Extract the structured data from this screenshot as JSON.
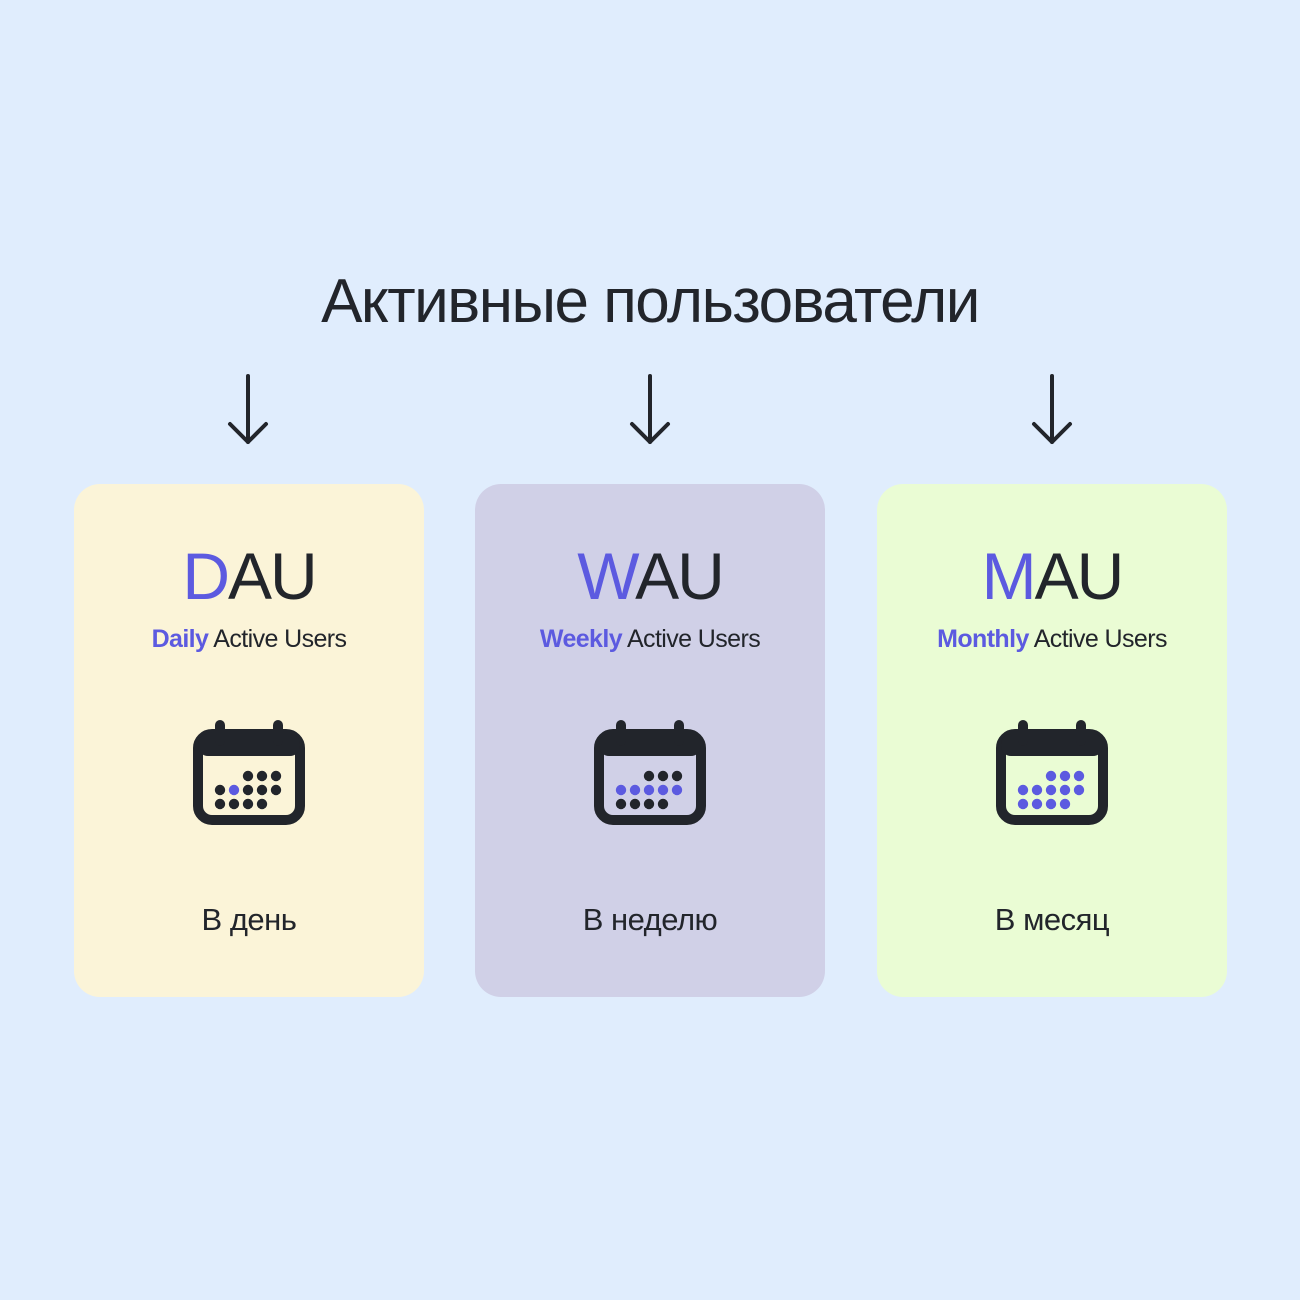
{
  "title": "Активные пользователи",
  "colors": {
    "background": "#e0edfd",
    "accent": "#5c5ae0",
    "text": "#22252b",
    "card_daily": "#fbf4d8",
    "card_weekly": "#d0d0e7",
    "card_monthly": "#eafcd4"
  },
  "cards": [
    {
      "abbr_first": "D",
      "abbr_rest": "AU",
      "subtitle_accent": "Daily",
      "subtitle_rest": " Active Users",
      "icon": "calendar-icon",
      "period": "В день"
    },
    {
      "abbr_first": "W",
      "abbr_rest": "AU",
      "subtitle_accent": "Weekly",
      "subtitle_rest": " Active Users",
      "icon": "calendar-icon",
      "period": "В неделю"
    },
    {
      "abbr_first": "M",
      "abbr_rest": "AU",
      "subtitle_accent": "Monthly",
      "subtitle_rest": " Active Users",
      "icon": "calendar-icon",
      "period": "В месяц"
    }
  ]
}
